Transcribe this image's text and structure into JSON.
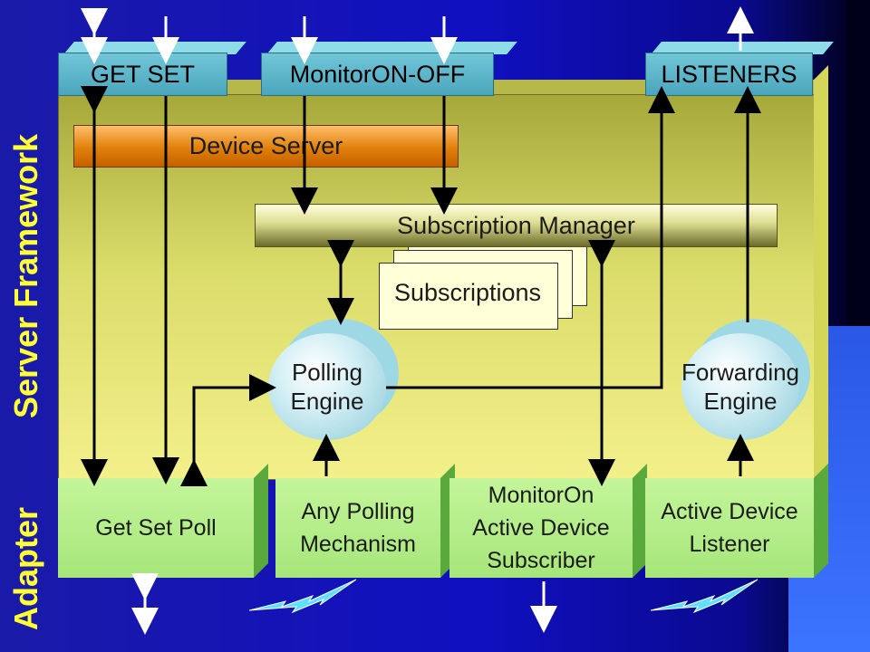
{
  "vertical_labels": {
    "server_framework": "Server Framework",
    "adapter": "Adapter"
  },
  "tabs": {
    "get_set": "GET  SET",
    "monitor": "MonitorON-OFF",
    "listeners": "LISTENERS"
  },
  "blocks": {
    "device_server": "Device Server",
    "subscription_manager": "Subscription Manager",
    "subscriptions": "Subscriptions"
  },
  "engines": {
    "polling": [
      "Polling",
      "Engine"
    ],
    "forwarding": [
      "Forwarding",
      "Engine"
    ]
  },
  "adapters": [
    {
      "lines": [
        "Get Set Poll"
      ]
    },
    {
      "lines": [
        "Any Polling",
        "Mechanism"
      ]
    },
    {
      "lines": [
        "MonitorOn",
        "Active Device",
        "Subscriber"
      ]
    },
    {
      "lines": [
        "Active Device",
        "Listener"
      ]
    }
  ],
  "colors": {
    "background": "#1010c0",
    "label_yellow": "#ffff33",
    "frame_yellow": "#dadc6a",
    "tab_cyan": "#5fb8cc",
    "device_server_orange": "#e0800a",
    "adapter_green": "#b4ee88",
    "lightning_cyan": "#5fe0ff"
  }
}
